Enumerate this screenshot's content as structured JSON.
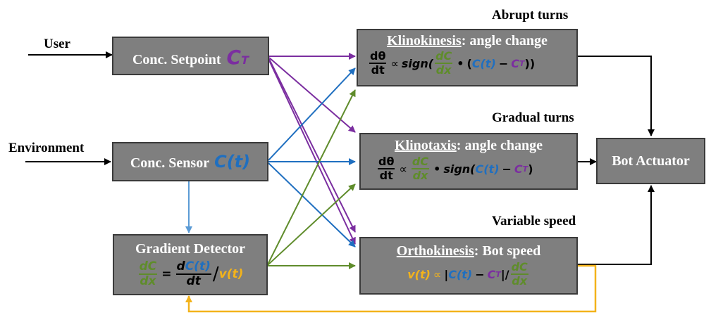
{
  "inputs": {
    "user": "User",
    "environment": "Environment"
  },
  "headers": {
    "abrupt": "Abrupt turns",
    "gradual": "Gradual turns",
    "variable": "Variable speed"
  },
  "setpoint": {
    "label": "Conc. Setpoint",
    "symbol": "C",
    "sub": "T"
  },
  "sensor": {
    "label": "Conc. Sensor",
    "symbol": "C(t)"
  },
  "gradient": {
    "title": "Gradient Detector",
    "lhs_num": "dC",
    "lhs_den": "dx",
    "eq": "=",
    "rhs_num_d": "d",
    "rhs_num_c": "C(t)",
    "rhs_den": "dt",
    "slash": "/",
    "v": "v(t)"
  },
  "klinokinesis": {
    "name": "Klinokinesis",
    "rest": ": angle change",
    "lhs_num": "dθ",
    "lhs_den": "dt",
    "prop": "∝",
    "sign": "sign(",
    "g_num": "dC",
    "g_den": "dx",
    "dot": "•",
    "paren_open": "(",
    "c": "C(t)",
    "minus": "−",
    "ct": "C",
    "ct_sub": "T",
    "close": "))"
  },
  "klinotaxis": {
    "name": "Klinotaxis",
    "rest": ": angle change",
    "lhs_num": "dθ",
    "lhs_den": "dt",
    "prop": "∝",
    "g_num": "dC",
    "g_den": "dx",
    "dot": "•",
    "sign": "sign(",
    "c": "C(t)",
    "minus": "−",
    "ct": "C",
    "ct_sub": "T",
    "close": ")"
  },
  "orthokinesis": {
    "name": "Orthokinesis",
    "rest": ": Bot speed",
    "v": "v(t)",
    "prop": "∝",
    "bar_open": "|",
    "c": "C(t)",
    "minus": "−",
    "ct": "C",
    "ct_sub": "T",
    "bar_close": "|/",
    "g_num": "dC",
    "g_den": "dx"
  },
  "actuator": {
    "label": "Bot Actuator"
  },
  "colors": {
    "box": "#7f7f7f",
    "purple": "#7b2ea0",
    "blue": "#1f6fc0",
    "green": "#5f8c2b",
    "yellow": "#f3b31b",
    "black": "#000000"
  }
}
